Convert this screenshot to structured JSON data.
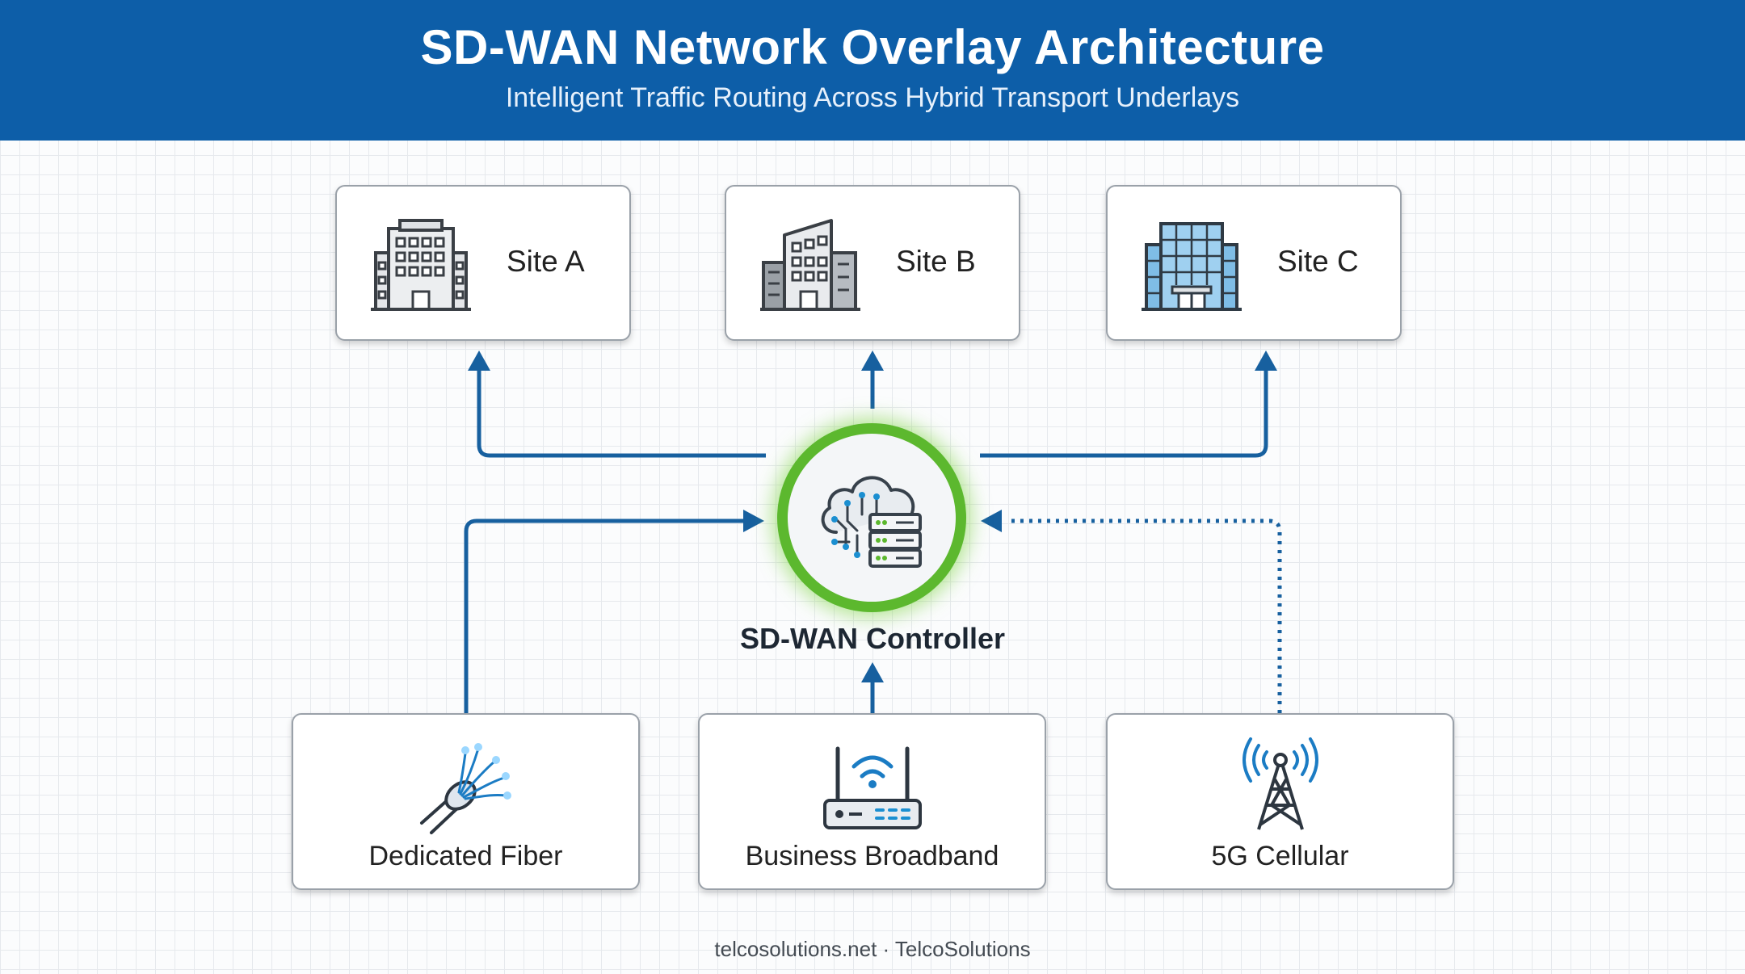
{
  "header": {
    "title": "SD-WAN Network Overlay Architecture",
    "subtitle": "Intelligent Traffic Routing Across Hybrid Transport Underlays"
  },
  "sites": [
    {
      "label": "Site A",
      "icon": "office-building-icon"
    },
    {
      "label": "Site B",
      "icon": "office-tower-icon"
    },
    {
      "label": "Site C",
      "icon": "glass-office-building-icon"
    }
  ],
  "controller": {
    "label": "SD-WAN Controller",
    "icon": "cloud-server-icon",
    "ring_color": "#5cb82e"
  },
  "transports": [
    {
      "label": "Dedicated Fiber",
      "icon": "fiber-optic-cable-icon",
      "link_style": "solid"
    },
    {
      "label": "Business Broadband",
      "icon": "wifi-router-icon",
      "link_style": "solid"
    },
    {
      "label": "5G Cellular",
      "icon": "cell-tower-icon",
      "link_style": "dotted"
    }
  ],
  "footer": "telcosolutions.net · TelcoSolutions",
  "colors": {
    "header_bg": "#0d5ea8",
    "connector": "#17609f",
    "controller_ring": "#5cb82e"
  }
}
